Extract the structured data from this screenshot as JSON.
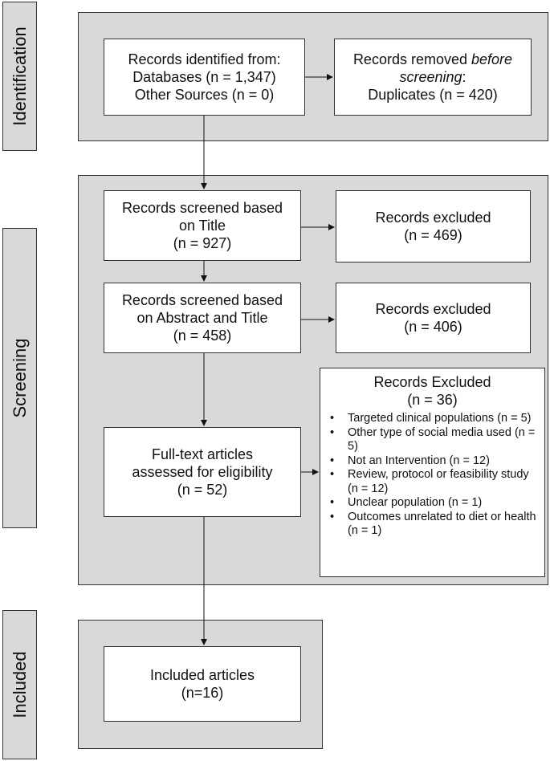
{
  "stages": {
    "identification": "Identification",
    "screening": "Screening",
    "included": "Included"
  },
  "boxes": {
    "records_identified": {
      "line1": "Records identified from:",
      "line2": "Databases (n = 1,347)",
      "line3": "Other Sources (n = 0)"
    },
    "records_removed": {
      "line1_prefix": "Records removed ",
      "line1_italic": "before",
      "line2_italic": "screening",
      "line2_suffix": ":",
      "line3": "Duplicates (n = 420)"
    },
    "screened_title": {
      "line1": "Records screened based",
      "line2": "on Title",
      "line3": "(n = 927)"
    },
    "excluded_title": {
      "line1": "Records excluded",
      "line2": "(n = 469)"
    },
    "screened_abstract": {
      "line1": "Records screened based",
      "line2": "on Abstract and Title",
      "line3": "(n = 458)"
    },
    "excluded_abstract": {
      "line1": "Records excluded",
      "line2": "(n = 406)"
    },
    "fulltext": {
      "line1": "Full-text articles",
      "line2": "assessed for eligibility",
      "line3": "(n = 52)"
    },
    "excluded_fulltext": {
      "title": "Records Excluded",
      "count": "(n = 36)",
      "items": [
        "Targeted clinical populations (n = 5)",
        "Other type of social media used (n = 5)",
        "Not an Intervention (n = 12)",
        "Review, protocol or feasibility study (n = 12)",
        "Unclear population (n = 1)",
        "Outcomes unrelated to diet or health (n = 1)"
      ]
    },
    "included": {
      "line1": "Included articles",
      "line2": "(n=16)"
    }
  }
}
